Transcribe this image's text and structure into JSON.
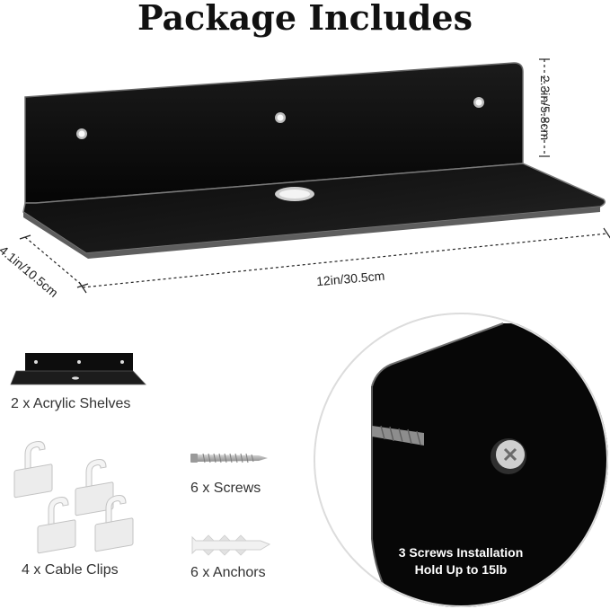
{
  "title": "Package Includes",
  "dimensions": {
    "height": "2.3in/5.8cm",
    "width": "12in/30.5cm",
    "depth": "4.1in/10.5cm"
  },
  "items": [
    {
      "label": "2 x Acrylic Shelves",
      "icon": "acrylic-shelf"
    },
    {
      "label": "4 x Cable Clips",
      "icon": "cable-clip"
    },
    {
      "label": "6 x Screws",
      "icon": "screw"
    },
    {
      "label": "6 x Anchors",
      "icon": "wall-anchor"
    }
  ],
  "callout": {
    "line1": "3 Screws Installation",
    "line2": "Hold Up to 15lb"
  },
  "colors": {
    "shelf": "#0d0d0d",
    "edge": "#8a8a8a",
    "clip": "#e6e6e6",
    "zoom_border": "#dcdcdc"
  }
}
